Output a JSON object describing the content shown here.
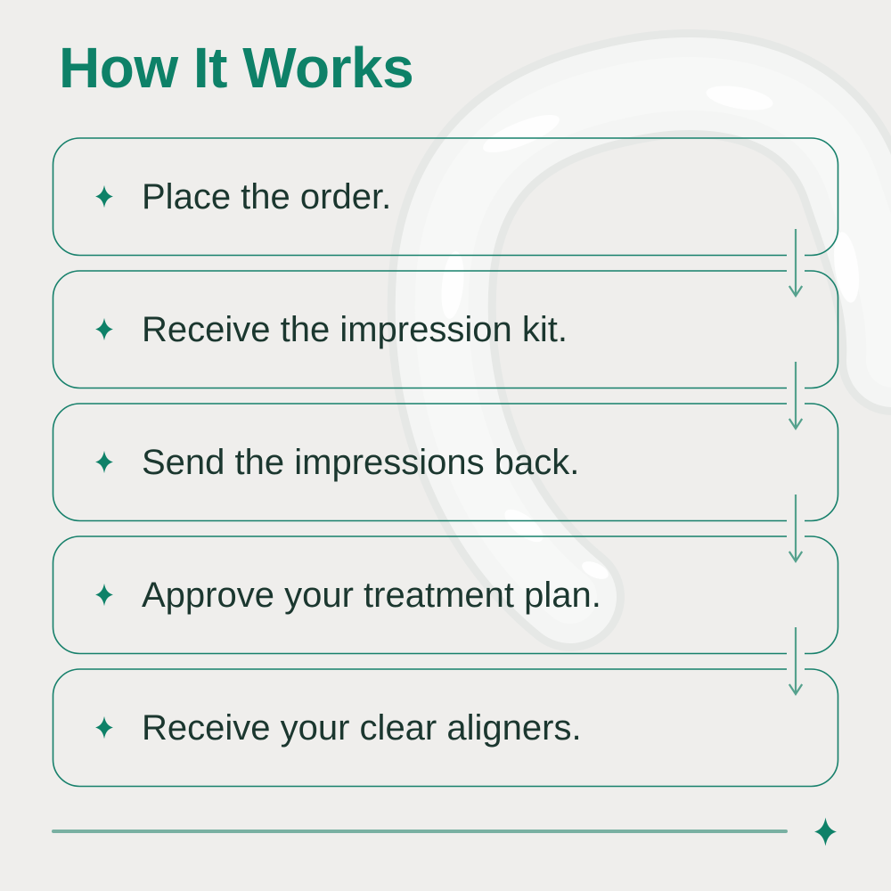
{
  "page": {
    "title": "How It Works",
    "background_motif": "clear-dental-aligner-photo"
  },
  "steps": [
    {
      "icon": "four-pointed-sparkle",
      "label": "Place the order."
    },
    {
      "icon": "four-pointed-sparkle",
      "label": "Receive the impression kit."
    },
    {
      "icon": "four-pointed-sparkle",
      "label": "Send the impressions back."
    },
    {
      "icon": "four-pointed-sparkle",
      "label": "Approve your treatment plan."
    },
    {
      "icon": "four-pointed-sparkle",
      "label": "Receive your clear aligners."
    }
  ],
  "connectors": {
    "icon": "arrow-down",
    "count": 4
  },
  "footer": {
    "divider_icon": "four-pointed-sparkle"
  },
  "colors": {
    "background": "#efeeec",
    "title_green": "#0e8168",
    "card_border_green": "#17806b",
    "step_text_green": "#1b372f",
    "sparkle_green": "#0e8168",
    "arrow_green": "#55a18d",
    "divider_green": "#79b0a2"
  }
}
